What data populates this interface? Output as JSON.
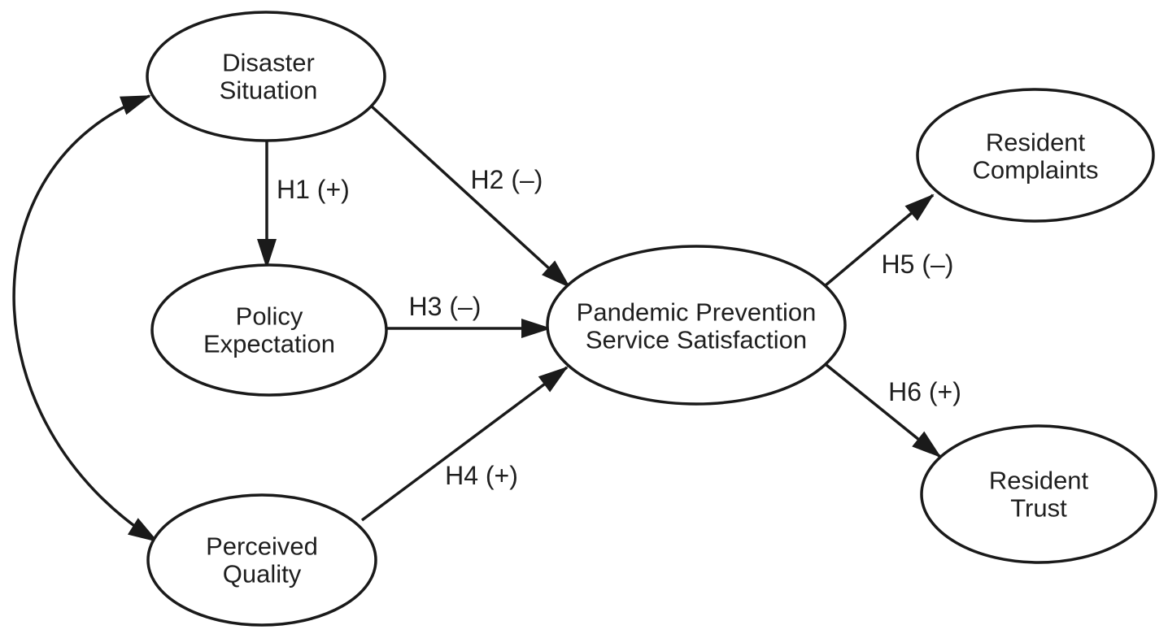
{
  "figure": {
    "type": "structural-path-diagram",
    "background_color": "#ffffff",
    "line_color": "#1a1a1a",
    "text_color": "#1f1f1f"
  },
  "nodes": {
    "disaster": {
      "label": "Disaster Situation",
      "lines": [
        "Disaster",
        "Situation"
      ]
    },
    "policy": {
      "label": "Policy Expectation",
      "lines": [
        "Policy",
        "Expectation"
      ]
    },
    "perceived": {
      "label": "Perceived Quality",
      "lines": [
        "Perceived",
        "Quality"
      ]
    },
    "satisfaction": {
      "label": "Pandemic Prevention Service Satisfaction",
      "lines": [
        "Pandemic Prevention",
        "Service Satisfaction"
      ]
    },
    "complaints": {
      "label": "Resident Complaints",
      "lines": [
        "Resident",
        "Complaints"
      ]
    },
    "trust": {
      "label": "Resident Trust",
      "lines": [
        "Resident",
        "Trust"
      ]
    }
  },
  "edges": [
    {
      "id": "H1",
      "label": "H1 (+)",
      "sign": "+",
      "from": "Disaster Situation",
      "to": "Policy Expectation",
      "style": "single-arrow"
    },
    {
      "id": "H2",
      "label": "H2 (–)",
      "sign": "–",
      "from": "Disaster Situation",
      "to": "Pandemic Prevention Service Satisfaction",
      "style": "single-arrow"
    },
    {
      "id": "H3",
      "label": "H3 (–)",
      "sign": "–",
      "from": "Policy Expectation",
      "to": "Pandemic Prevention Service Satisfaction",
      "style": "single-arrow"
    },
    {
      "id": "H4",
      "label": "H4 (+)",
      "sign": "+",
      "from": "Perceived Quality",
      "to": "Pandemic Prevention Service Satisfaction",
      "style": "single-arrow"
    },
    {
      "id": "H5",
      "label": "H5 (–)",
      "sign": "–",
      "from": "Pandemic Prevention Service Satisfaction",
      "to": "Resident Complaints",
      "style": "single-arrow"
    },
    {
      "id": "H6",
      "label": "H6 (+)",
      "sign": "+",
      "from": "Pandemic Prevention Service Satisfaction",
      "to": "Resident Trust",
      "style": "single-arrow"
    },
    {
      "id": "covariance",
      "label": "",
      "from": "Disaster Situation",
      "to": "Perceived Quality",
      "style": "double-headed-curve"
    }
  ]
}
